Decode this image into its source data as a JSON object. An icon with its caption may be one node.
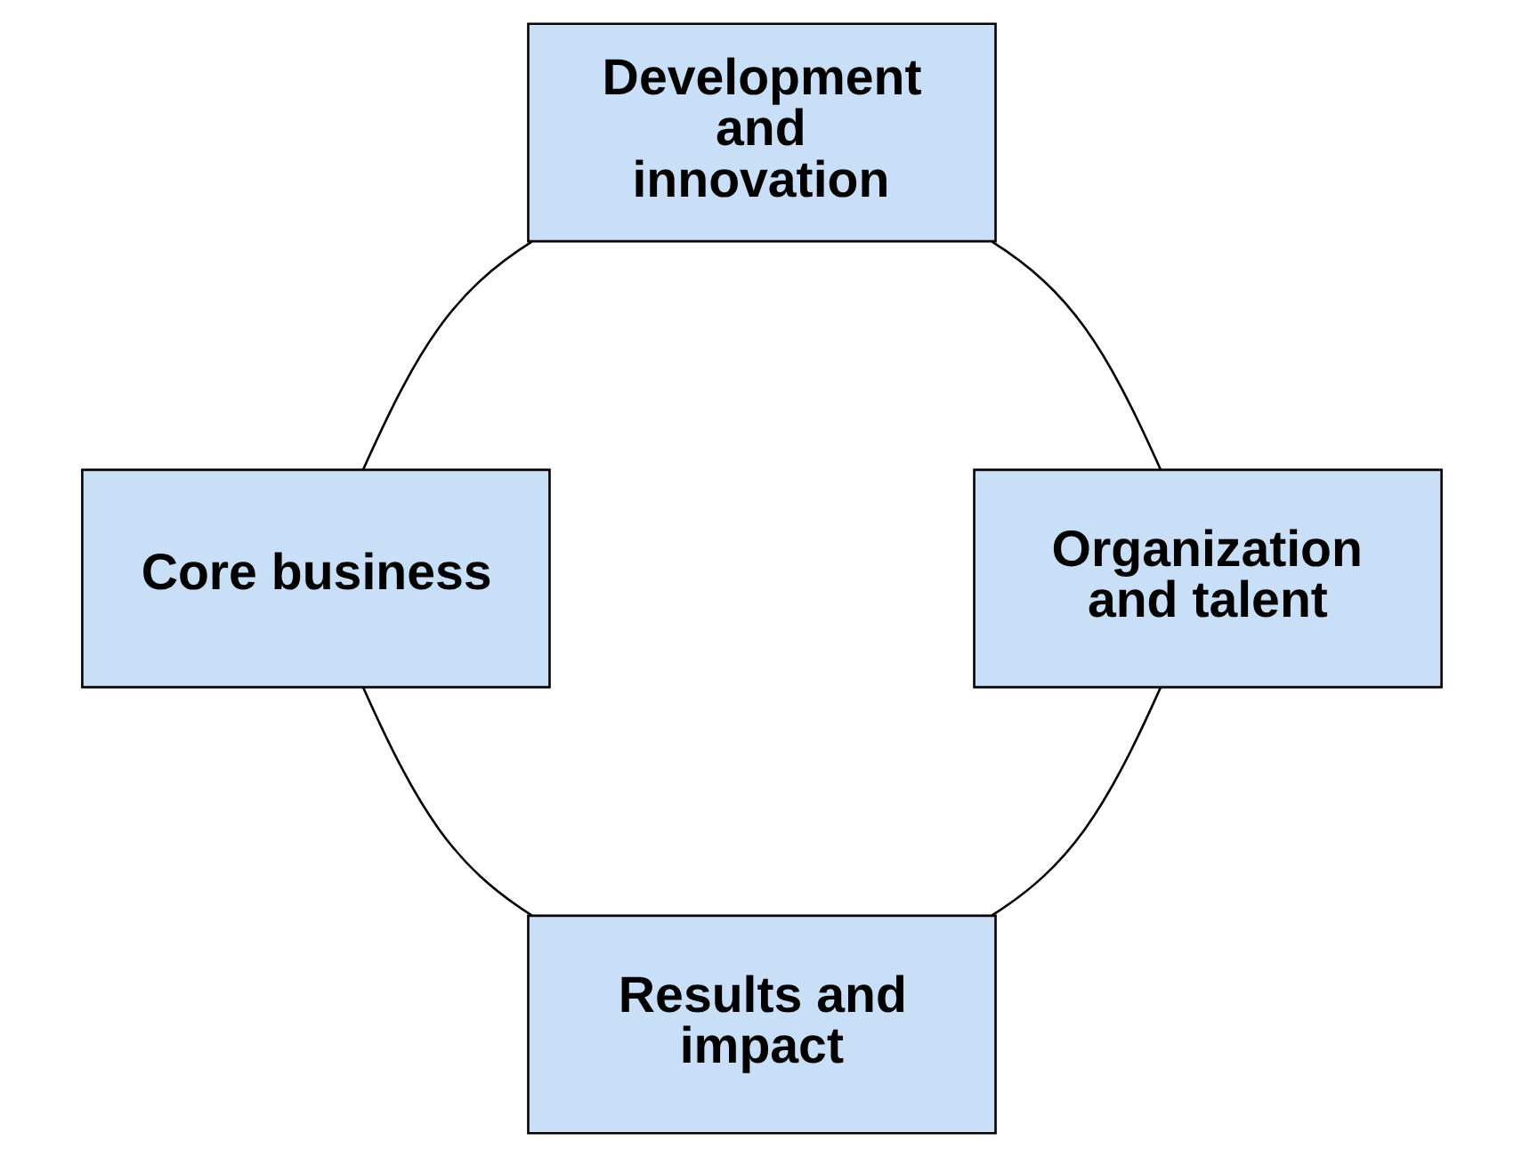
{
  "diagram": {
    "nodes": [
      {
        "text": [
          "Results and impact"
        ]
      },
      {
        "text": [
          "Organization and talent"
        ]
      },
      {
        "text": [
          "Core business"
        ]
      },
      {
        "text": [
          "Development and innovation"
        ]
      }
    ],
    "edges": [
      {
        "from": 0,
        "to": 2,
        "arrow": "none"
      },
      {
        "from": 2,
        "to": 3,
        "arrow": "none"
      },
      {
        "from": 3,
        "to": 1,
        "arrow": "none"
      },
      {
        "from": 1,
        "to": 0,
        "arrow": "none"
      }
    ]
  }
}
